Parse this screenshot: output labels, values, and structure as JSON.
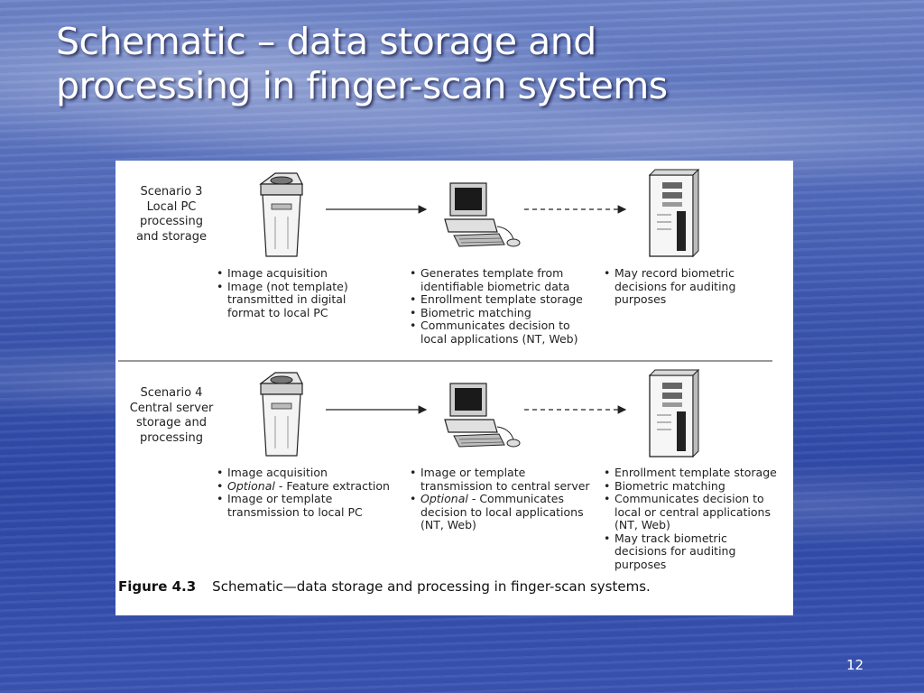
{
  "slide": {
    "title_line1": "Schematic – data storage and",
    "title_line2": "processing in finger-scan systems",
    "number": "12"
  },
  "figure": {
    "caption_label": "Figure 4.3",
    "caption_text": "Schematic—data storage and processing in finger-scan systems.",
    "scenarios": [
      {
        "label_lines": [
          "Scenario 3",
          "Local PC",
          "processing",
          "and storage"
        ],
        "scanner_items": [
          {
            "text": "Image acquisition"
          },
          {
            "text": "Image (not template)"
          },
          {
            "text": "transmitted in digital",
            "cont": true
          },
          {
            "text": "format to local PC",
            "cont": true
          }
        ],
        "pc_items": [
          {
            "text": "Generates template from"
          },
          {
            "text": "identifiable biometric data",
            "cont": true
          },
          {
            "text": "Enrollment template storage"
          },
          {
            "text": "Biometric matching"
          },
          {
            "text": "Communicates decision to"
          },
          {
            "text": "local applications (NT, Web)",
            "cont": true
          }
        ],
        "server_items": [
          {
            "text": "May record biometric"
          },
          {
            "text": "decisions for auditing",
            "cont": true
          },
          {
            "text": "purposes",
            "cont": true
          }
        ]
      },
      {
        "label_lines": [
          "Scenario 4",
          "Central server",
          "storage and",
          "processing"
        ],
        "scanner_items": [
          {
            "text": "Image acquisition"
          },
          {
            "italic": "Optional",
            "text": " - Feature extraction"
          },
          {
            "text": "Image or template"
          },
          {
            "text": "transmission to local PC",
            "cont": true
          }
        ],
        "pc_items": [
          {
            "text": "Image or template"
          },
          {
            "text": "transmission to central server",
            "cont": true
          },
          {
            "italic": "Optional",
            "text": " - Communicates"
          },
          {
            "text": "decision to local applications",
            "cont": true
          },
          {
            "text": "(NT, Web)",
            "cont": true
          }
        ],
        "server_items": [
          {
            "text": "Enrollment template storage"
          },
          {
            "text": "Biometric matching"
          },
          {
            "text": "Communicates decision to"
          },
          {
            "text": "local or central applications",
            "cont": true
          },
          {
            "text": "(NT, Web)",
            "cont": true
          },
          {
            "text": "May track biometric"
          },
          {
            "text": "decisions for auditing",
            "cont": true
          },
          {
            "text": "purposes",
            "cont": true
          }
        ]
      }
    ]
  }
}
